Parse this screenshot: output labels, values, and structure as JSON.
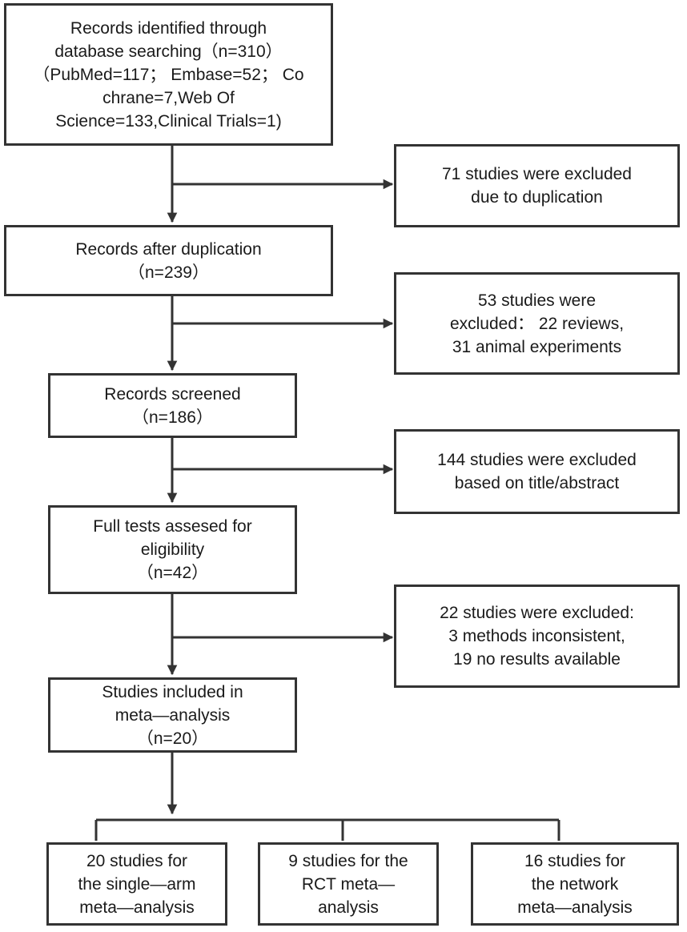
{
  "diagram": {
    "identified": {
      "lines": [
        "Records identified through",
        "database searching（n=310）",
        "（PubMed=117； Embase=52； Co",
        "chrane=7,Web Of",
        "Science=133,Clinical Trials=1)"
      ]
    },
    "excluded_duplication": {
      "lines": [
        "71 studies were excluded",
        "due to duplication"
      ]
    },
    "after_duplication": {
      "lines": [
        "Records after duplication",
        "（n=239）"
      ]
    },
    "excluded_reviews": {
      "lines": [
        "53 studies were",
        "excluded： 22 reviews,",
        "31 animal experiments"
      ]
    },
    "screened": {
      "lines": [
        "Records screened",
        "（n=186）"
      ]
    },
    "excluded_title": {
      "lines": [
        "144 studies were excluded",
        "based on title/abstract"
      ]
    },
    "full_text": {
      "lines": [
        "Full tests assesed for",
        "eligibility",
        "（n=42）"
      ]
    },
    "excluded_fulltext": {
      "lines": [
        "22 studies were excluded:",
        "3 methods inconsistent,",
        "19 no results available"
      ]
    },
    "included": {
      "lines": [
        "Studies included in",
        "meta—analysis",
        "（n=20）"
      ]
    },
    "single_arm": {
      "lines": [
        "20 studies for",
        "the single—arm",
        "meta—analysis"
      ]
    },
    "rct": {
      "lines": [
        "9 studies for the",
        "RCT meta—",
        "analysis"
      ]
    },
    "network": {
      "lines": [
        "16 studies for",
        "the network",
        "meta—analysis"
      ]
    }
  }
}
